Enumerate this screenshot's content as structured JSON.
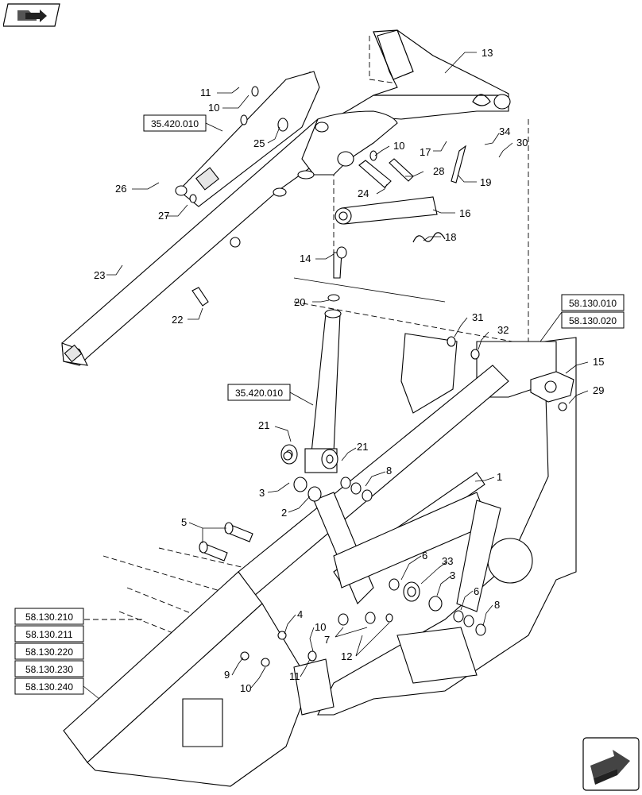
{
  "nav": {
    "top_icon": "folder-arrow-icon",
    "bottom_icon": "next-page-arrow-icon"
  },
  "refs": {
    "r35a": "35.420.010",
    "r35b": "35.420.010",
    "r58_010": "58.130.010",
    "r58_020": "58.130.020",
    "r58_210": "58.130.210",
    "r58_211": "58.130.211",
    "r58_220": "58.130.220",
    "r58_230": "58.130.230",
    "r58_240": "58.130.240"
  },
  "callouts": {
    "c1": "1",
    "c2": "2",
    "c3a": "3",
    "c3b": "3",
    "c4": "4",
    "c5": "5",
    "c6a": "6",
    "c6b": "6",
    "c7": "7",
    "c8a": "8",
    "c8b": "8",
    "c9": "9",
    "c10a": "10",
    "c10b": "10",
    "c10c": "10",
    "c10d": "10",
    "c11a": "11",
    "c11b": "11",
    "c12": "12",
    "c13": "13",
    "c14": "14",
    "c15": "15",
    "c16": "16",
    "c17": "17",
    "c18": "18",
    "c19": "19",
    "c20": "20",
    "c21a": "21",
    "c21b": "21",
    "c22": "22",
    "c23": "23",
    "c24": "24",
    "c25": "25",
    "c26": "26",
    "c27": "27",
    "c28": "28",
    "c29": "29",
    "c30": "30",
    "c31": "31",
    "c32": "32",
    "c33": "33",
    "c34": "34"
  }
}
